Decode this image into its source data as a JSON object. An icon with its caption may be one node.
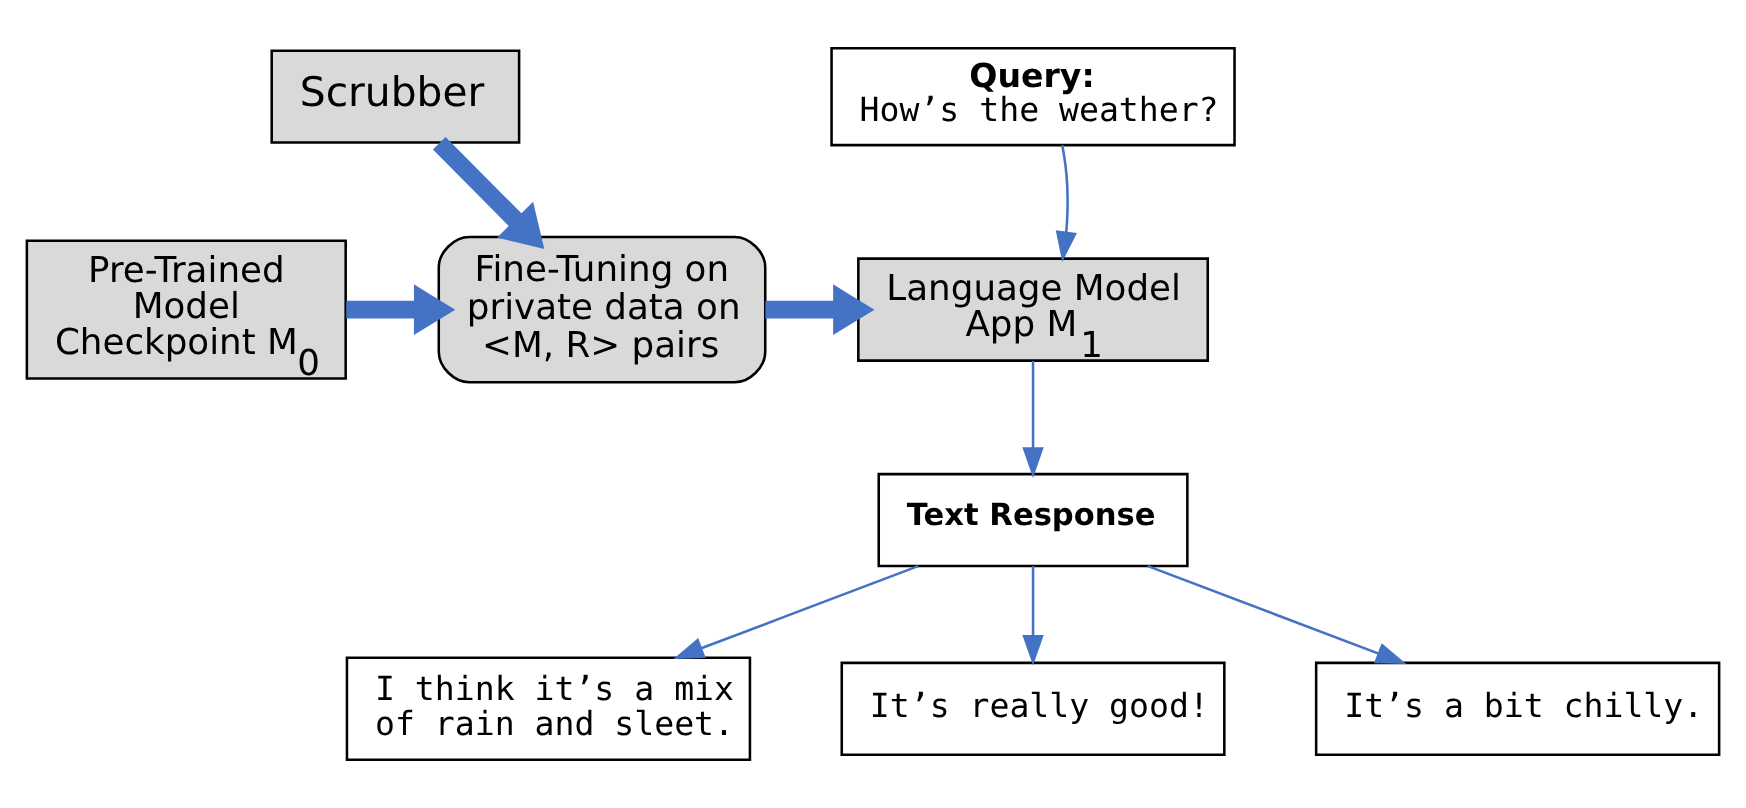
{
  "diagram": {
    "nodes": [
      {
        "text": [
          "Scrubber"
        ]
      },
      {
        "text": [
          "Query:",
          "How’s the weather?"
        ]
      },
      {
        "text": [
          "Pre-Trained Model Checkpoint M$_{0}$"
        ]
      },
      {
        "text": [
          "Fine-Tuning on private data on <M, R> pairs"
        ]
      },
      {
        "text": [
          "Language Model App M$_{1}$"
        ]
      },
      {
        "text": [
          "Text Response"
        ]
      },
      {
        "text": [
          "I think it’s a mix of rain and sleet."
        ]
      },
      {
        "text": [
          "It’s really good!"
        ]
      },
      {
        "text": [
          "It’s a bit chilly."
        ]
      }
    ],
    "edges": [
      {
        "from": 0,
        "to": 3,
        "arrow": "to",
        "style": "thick"
      },
      {
        "from": 2,
        "to": 3,
        "arrow": "to",
        "style": "thick"
      },
      {
        "from": 3,
        "to": 4,
        "arrow": "to",
        "style": "thick"
      },
      {
        "from": 1,
        "to": 4,
        "arrow": "to"
      },
      {
        "from": 4,
        "to": 5,
        "arrow": "to"
      },
      {
        "from": 5,
        "to": 6,
        "arrow": "to"
      },
      {
        "from": 5,
        "to": 7,
        "arrow": "to"
      },
      {
        "from": 5,
        "to": 8,
        "arrow": "to"
      }
    ]
  }
}
